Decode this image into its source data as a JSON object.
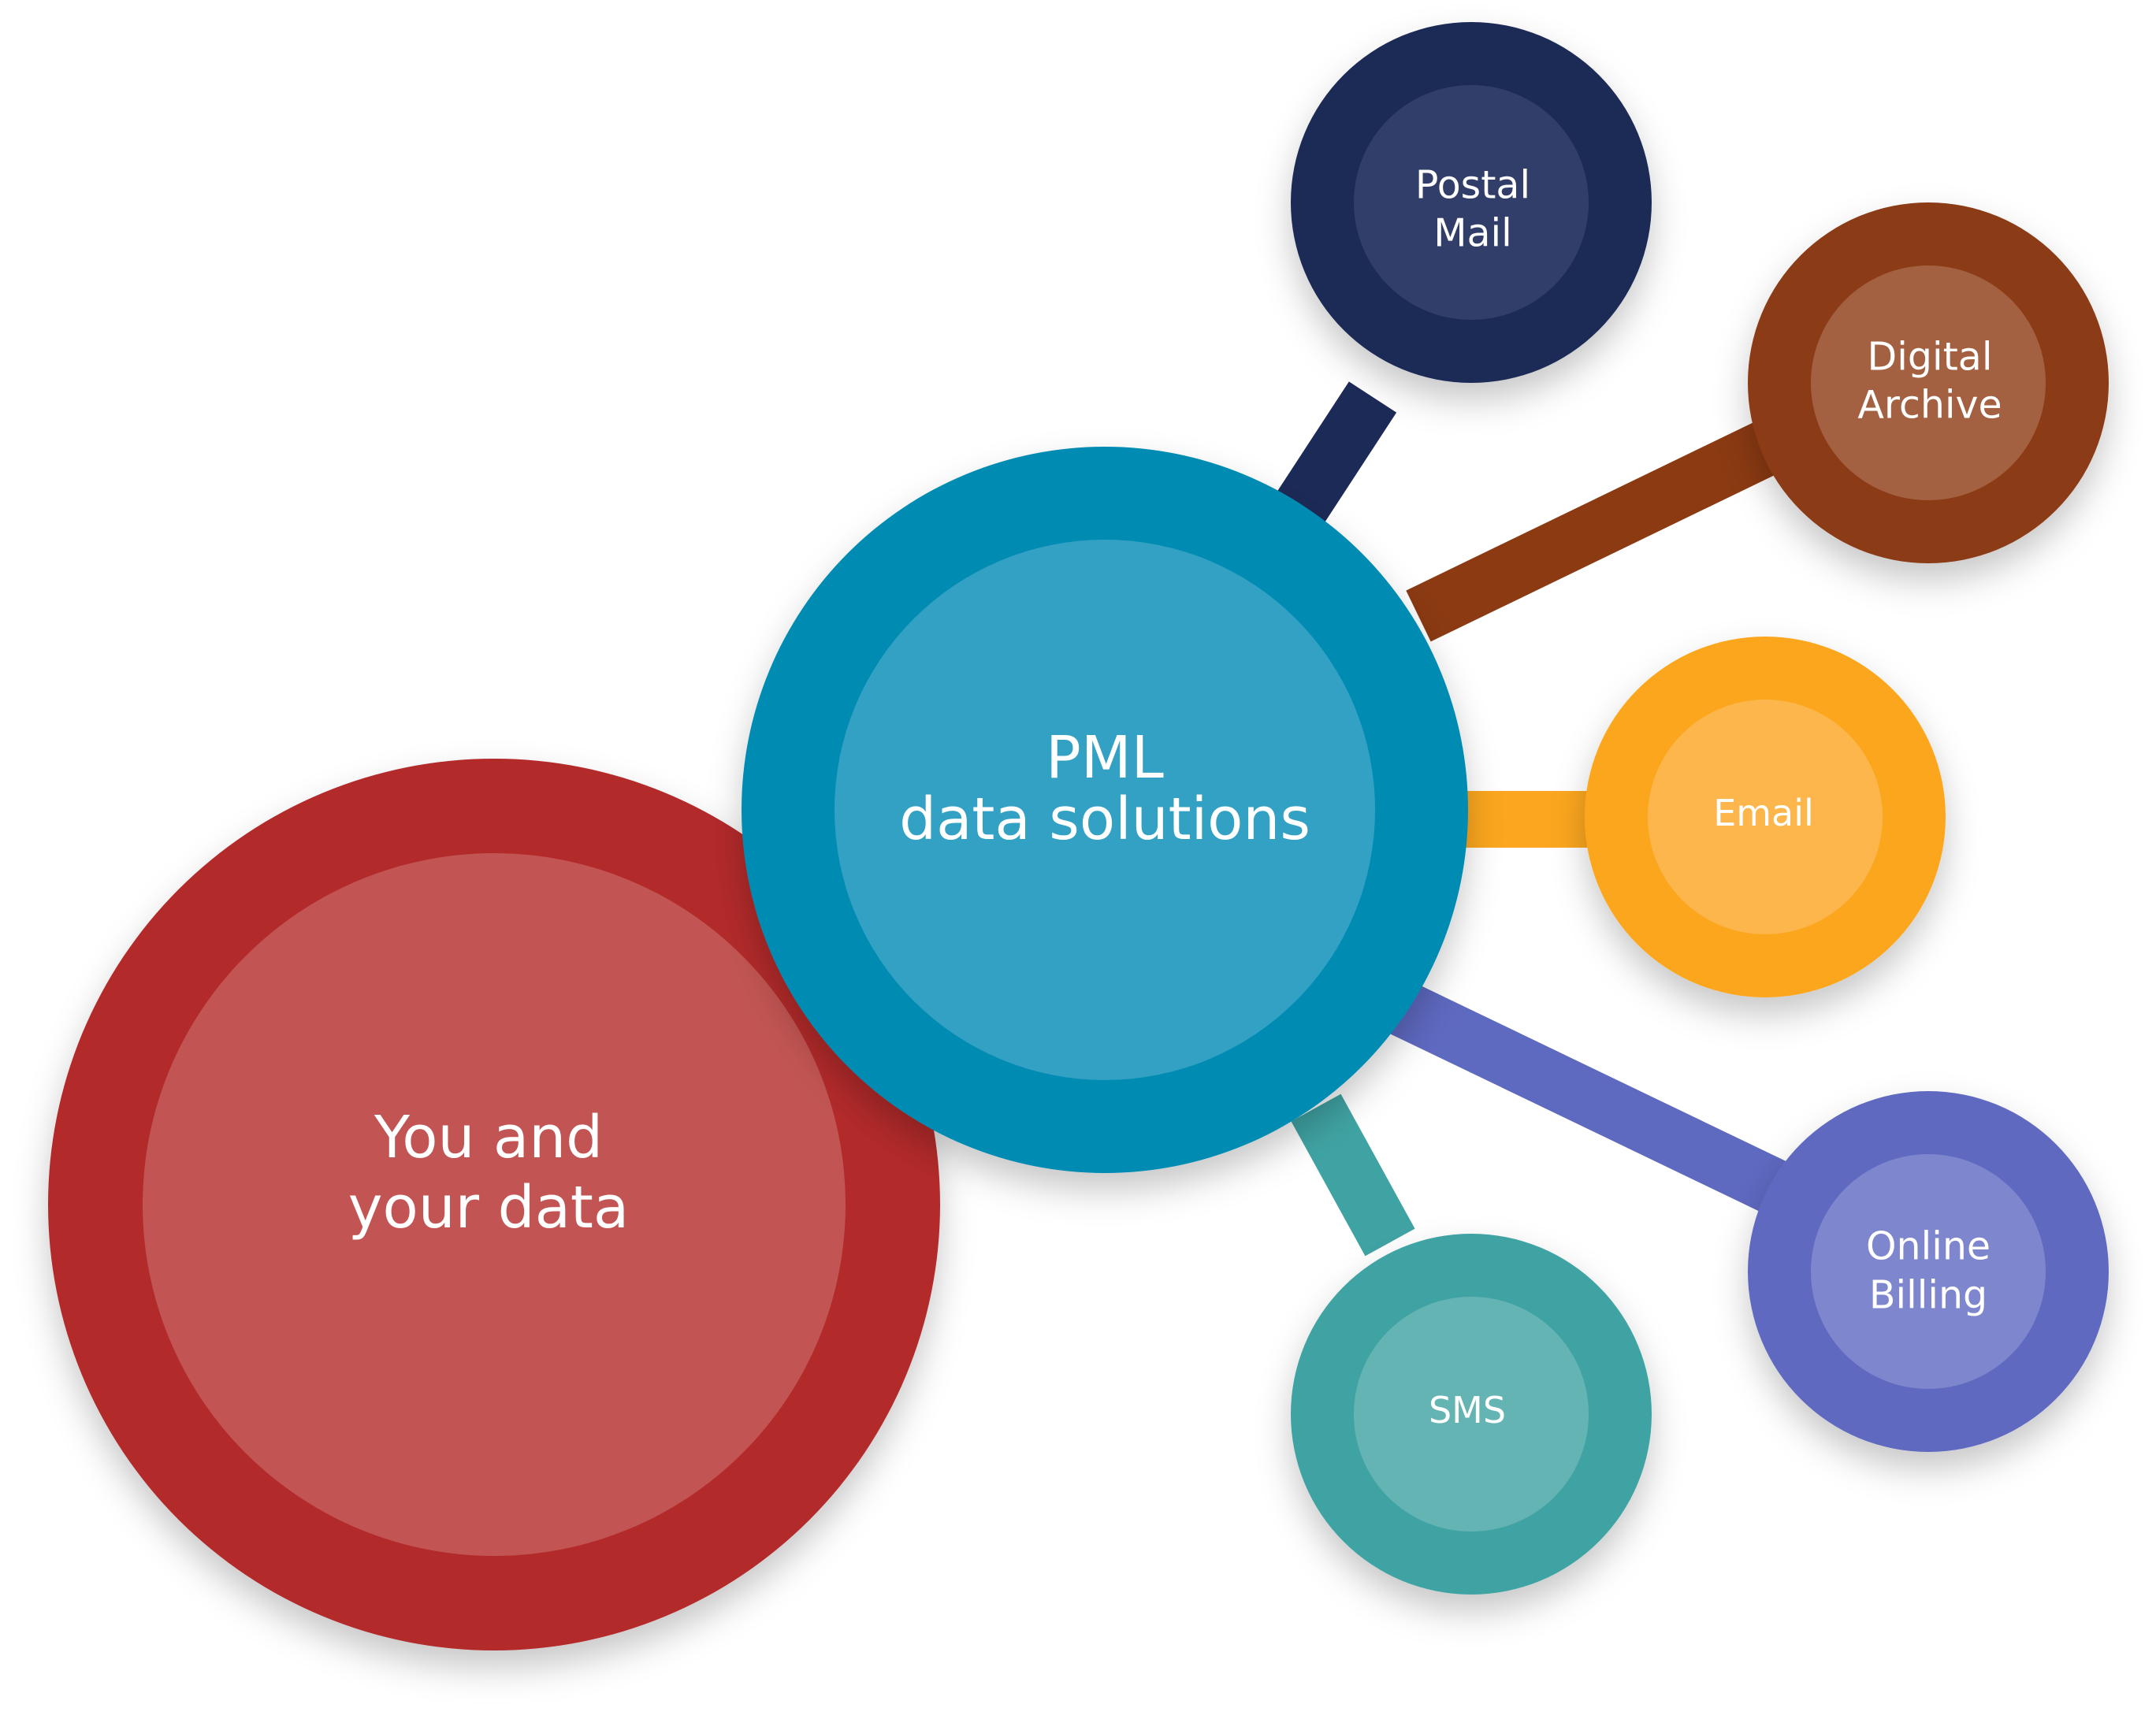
{
  "diagram": {
    "center": {
      "lines": [
        "PML",
        "data solutions"
      ],
      "outer_color": "#028BB3",
      "inner_color": "#33A1C3"
    },
    "source": {
      "lines": [
        "You and",
        "your data"
      ],
      "outer_color": "#B3292C",
      "inner_color": "#C25553"
    },
    "channels": [
      {
        "id": "postal-mail",
        "lines": [
          "Postal",
          "Mail"
        ],
        "outer_color": "#1C2A57",
        "inner_color": "#313E69",
        "connector_color": "#1C2A57"
      },
      {
        "id": "digital-archive",
        "lines": [
          "Digital",
          "Archive"
        ],
        "outer_color": "#8B3A12",
        "inner_color": "#A46141",
        "connector_color": "#8B3A12"
      },
      {
        "id": "email",
        "lines": [
          "Email"
        ],
        "outer_color": "#FBA61E",
        "inner_color": "#FCB64B",
        "connector_color": "#FBA61E"
      },
      {
        "id": "online-billing",
        "lines": [
          "Online",
          "Billing"
        ],
        "outer_color": "#5E69C0",
        "inner_color": "#7E86CD",
        "connector_color": "#5E69C0"
      },
      {
        "id": "sms",
        "lines": [
          "SMS"
        ],
        "outer_color": "#40A3A3",
        "inner_color": "#64B4B4",
        "connector_color": "#40A3A3"
      }
    ]
  }
}
